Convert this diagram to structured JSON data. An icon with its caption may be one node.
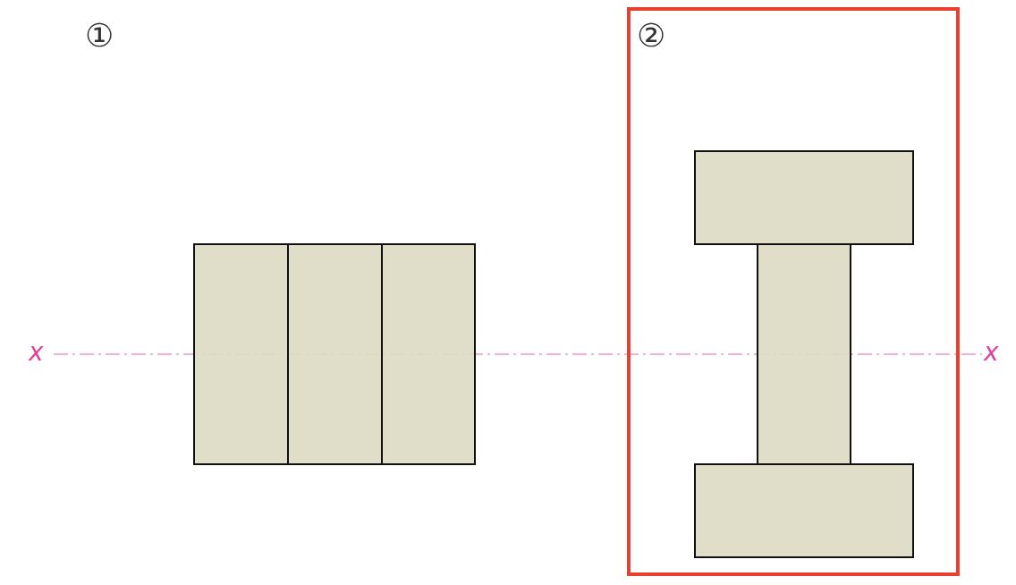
{
  "diagram": {
    "labels": [
      "①",
      "②",
      "x",
      "x"
    ]
  }
}
